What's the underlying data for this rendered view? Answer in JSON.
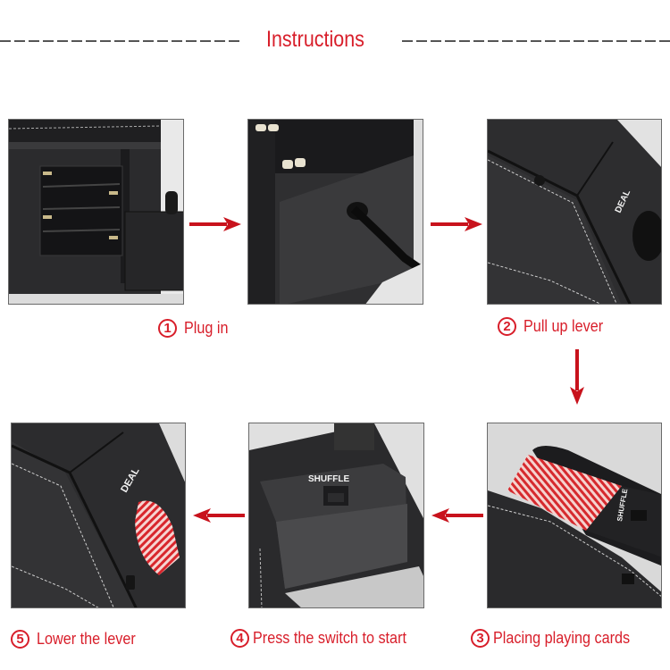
{
  "header": {
    "title": "Instructions"
  },
  "colors": {
    "accent": "#d81e2a",
    "dash": "#555555",
    "photo_border": "#6a6a6a"
  },
  "steps": [
    {
      "number": "1",
      "label": "Plug in",
      "image": "battery-compartment-photo"
    },
    {
      "number": "2",
      "label": "Pull up lever",
      "image": "lever-up-photo"
    },
    {
      "number": "3",
      "label": "Placing playing cards",
      "image": "cards-placed-photo"
    },
    {
      "number": "4",
      "label": "Press the switch to start",
      "image": "shuffle-switch-photo"
    },
    {
      "number": "5",
      "label": "Lower the lever",
      "image": "lever-lowered-photo"
    }
  ],
  "photo_labels": {
    "deal_text_1": "DEAL",
    "deal_text_2": "DEAL",
    "shuffle_text_1": "SHUFFLE",
    "shuffle_text_2": "SHUFFLE"
  },
  "arrows": [
    {
      "direction": "right",
      "from": "plug-in-photo",
      "to": "power-jack-photo"
    },
    {
      "direction": "right",
      "from": "power-jack-photo",
      "to": "lever-up-photo"
    },
    {
      "direction": "down",
      "from": "lever-up-photo",
      "to": "cards-placed-photo"
    },
    {
      "direction": "left",
      "from": "cards-placed-photo",
      "to": "shuffle-switch-photo"
    },
    {
      "direction": "left",
      "from": "shuffle-switch-photo",
      "to": "lever-lowered-photo"
    }
  ]
}
